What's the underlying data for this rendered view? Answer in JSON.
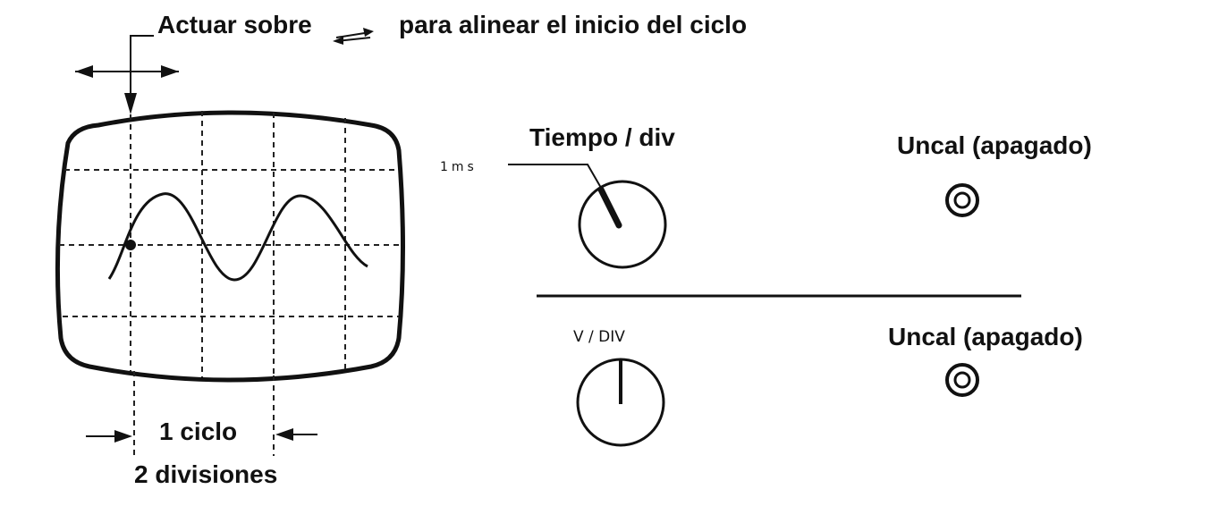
{
  "header": {
    "instruction_before": "Actuar sobre",
    "instruction_after": "para alinear el inicio del ciclo"
  },
  "screen": {
    "cycle_label": "1 ciclo",
    "divisions_label": "2 divisiones"
  },
  "time_control": {
    "title": "Tiempo / div",
    "setting": "1ms",
    "uncal": "Uncal (apagado)"
  },
  "volt_control": {
    "title": "V / DIV",
    "uncal": "Uncal (apagado)"
  }
}
